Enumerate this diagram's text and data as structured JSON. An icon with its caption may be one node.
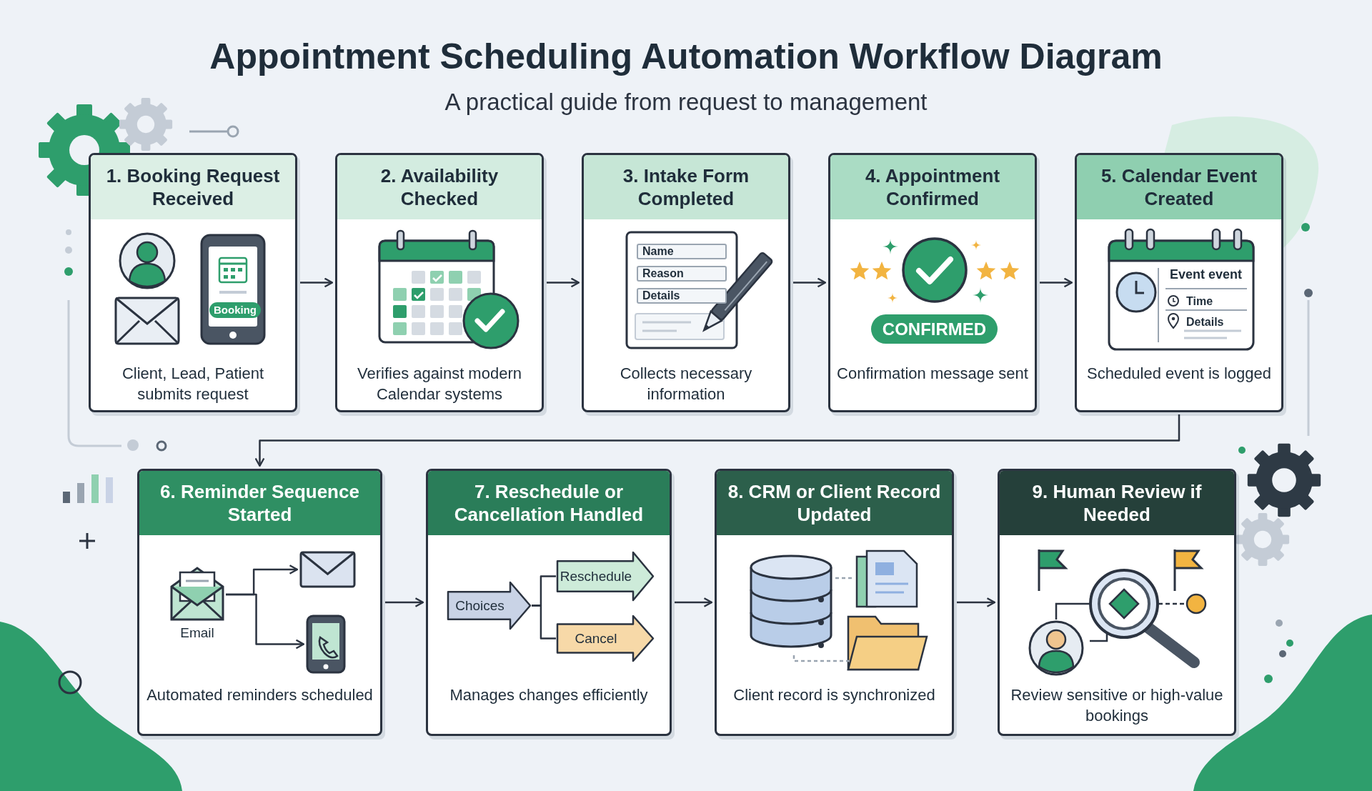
{
  "diagram": {
    "title": "Appointment Scheduling Automation Workflow Diagram",
    "nodes": [
      {
        "text": [
          "1. Booking Request Received",
          "Client, Lead, Patient submits request"
        ]
      },
      {
        "text": [
          "2. Availability Checked",
          "Verifies against modern Calendar systems"
        ]
      },
      {
        "text": [
          "3. Intake Form Completed",
          "Collects necessary information"
        ]
      },
      {
        "text": [
          "4. Appointment Confirmed",
          "Confirmation message sent"
        ]
      },
      {
        "text": [
          "5. Calendar Event Created",
          "Scheduled event is logged"
        ]
      },
      {
        "text": [
          "6. Reminder Sequence Started",
          "Automated reminders scheduled"
        ]
      },
      {
        "text": [
          "7. Reschedule or Cancellation Handled",
          "Manages changes efficiently"
        ]
      },
      {
        "text": [
          "8. CRM or Client Record Updated",
          "Client record is synchronized"
        ]
      },
      {
        "text": [
          "9. Human Review if Needed",
          "Review sensitive or high-value bookings"
        ]
      },
      {
        "text": [
          "Email"
        ],
        "in": 5
      },
      {
        "text": [],
        "shape": "picture",
        "in": 5
      },
      {
        "text": [],
        "shape": "picture",
        "in": 5
      },
      {
        "text": [
          "Choices"
        ],
        "in": 6
      },
      {
        "text": [
          "Reschedule"
        ],
        "in": 6
      },
      {
        "text": [
          "Cancel"
        ],
        "in": 6
      }
    ],
    "edges": [
      {
        "from": 0,
        "to": 1,
        "arrow": "to"
      },
      {
        "from": 1,
        "to": 2,
        "arrow": "to"
      },
      {
        "from": 2,
        "to": 3,
        "arrow": "to"
      },
      {
        "from": 3,
        "to": 4,
        "arrow": "to"
      },
      {
        "from": 4,
        "to": 5,
        "arrow": "to"
      },
      {
        "from": 5,
        "to": 6,
        "arrow": "to"
      },
      {
        "from": 6,
        "to": 7,
        "arrow": "to"
      },
      {
        "from": 7,
        "to": 8,
        "arrow": "to"
      },
      {
        "from": 9,
        "to": 10,
        "arrow": "to"
      },
      {
        "from": 9,
        "to": 11,
        "arrow": "to"
      },
      {
        "from": 12,
        "to": 13,
        "arrow": "none"
      },
      {
        "from": 12,
        "to": 14,
        "arrow": "none"
      }
    ],
    "labels": [
      "A practical guide from request to management",
      "Booking",
      "Name",
      "Reason",
      "Details",
      "CONFIRMED",
      "Event event",
      "Time",
      "Details"
    ]
  }
}
